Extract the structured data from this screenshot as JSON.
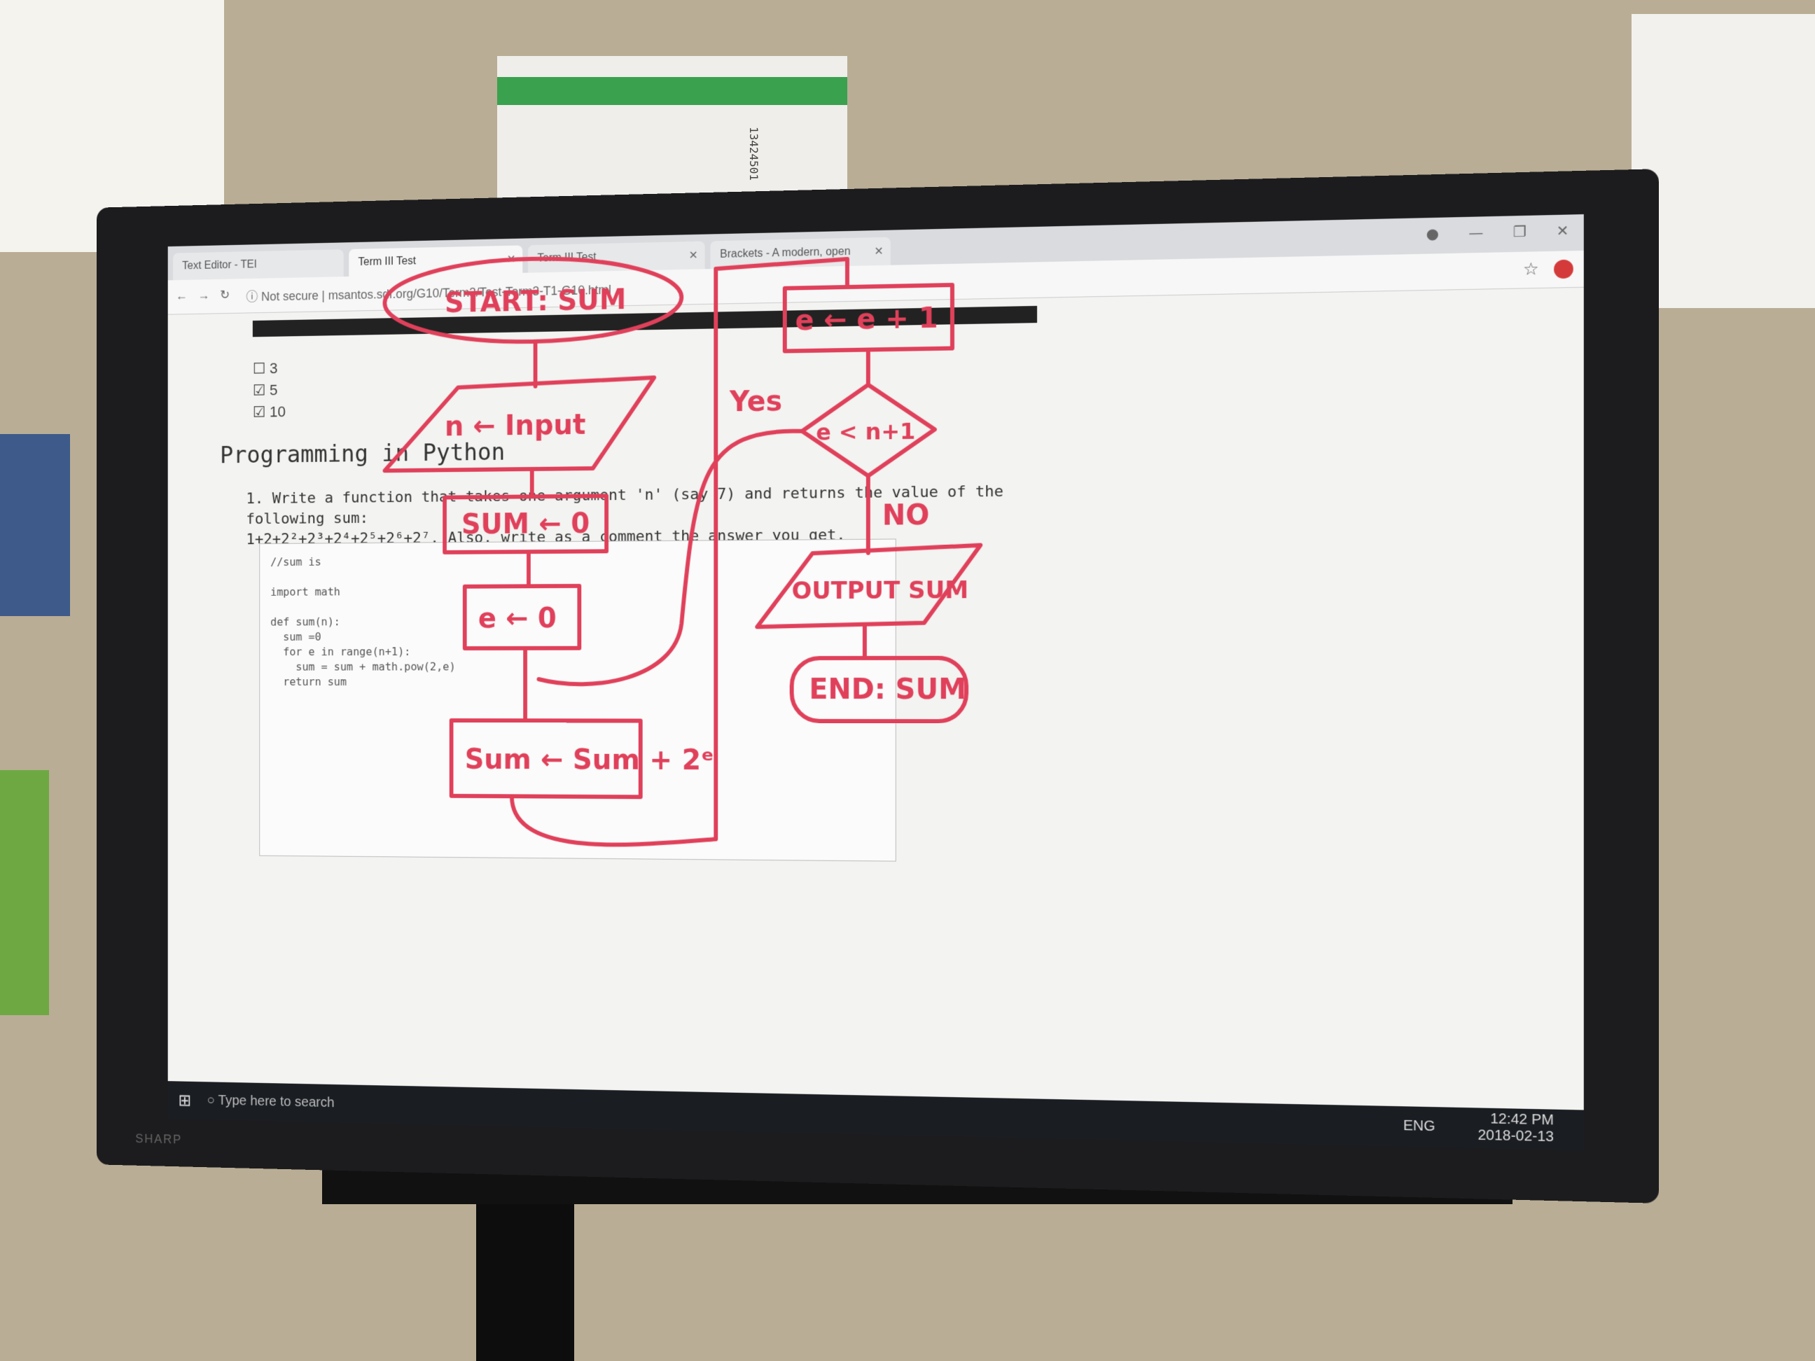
{
  "browser": {
    "tabs": [
      {
        "label": "Text Editor - TEI"
      },
      {
        "label": "Term III Test"
      },
      {
        "label": "Term III Test"
      },
      {
        "label": "Brackets - A modern, open"
      }
    ],
    "security": "Not secure",
    "url": "msantos.sdf.org/G10/Term3/Test-Term3-T1-G10.html"
  },
  "page": {
    "checks": [
      "3",
      "5",
      "10"
    ],
    "section_title": "Programming in Python",
    "question_line1": "1. Write a function that takes one argument 'n' (say 7) and returns the value of the following sum:",
    "question_line2": "1+2+2²+2³+2⁴+2⁵+2⁶+2⁷. Also, write as a comment the answer you get.",
    "code": "//sum is\n\nimport math\n\ndef sum(n):\n  sum =0\n  for e in range(n+1):\n    sum = sum + math.pow(2,e)\n  return sum"
  },
  "flowchart": {
    "start": "START: SUM",
    "input": "n ← Input",
    "init_sum": "SUM ← 0",
    "init_e": "e ← 0",
    "update_sum": "Sum ← Sum + 2ᵉ",
    "increment_e": "e ← e + 1",
    "decision": "e < n+1",
    "yes_label": "Yes",
    "no_label": "NO",
    "output": "OUTPUT SUM",
    "end": "END: SUM",
    "ink_color": "#e0405a"
  },
  "taskbar": {
    "search_placeholder": "Type here to search",
    "language": "ENG",
    "time": "12:42 PM",
    "date": "2018-02-13"
  },
  "bezel": {
    "brand": "SHARP",
    "box_label": "13424501"
  }
}
